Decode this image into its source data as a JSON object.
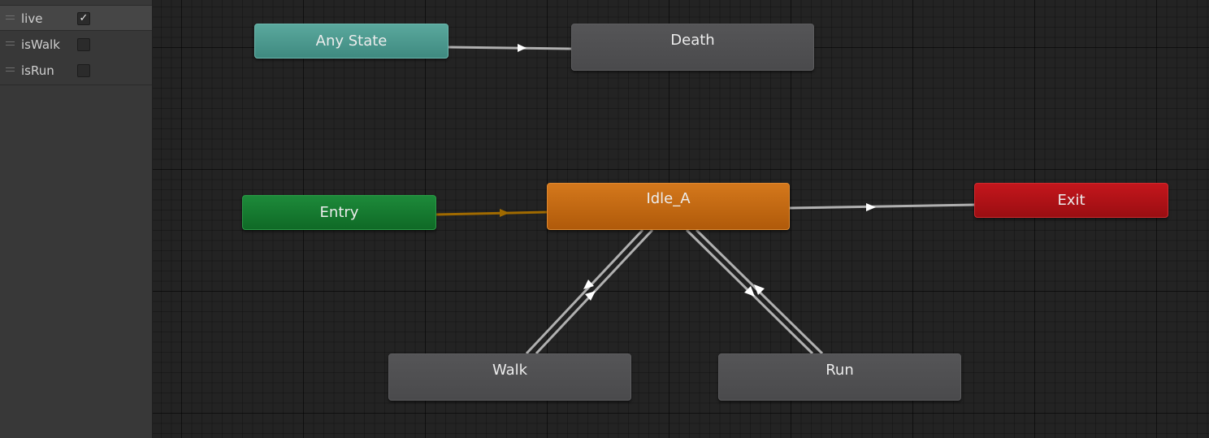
{
  "parameters": [
    {
      "name": "live",
      "checked": true,
      "check_glyph": "✓"
    },
    {
      "name": "isWalk",
      "checked": false,
      "check_glyph": ""
    },
    {
      "name": "isRun",
      "checked": false,
      "check_glyph": ""
    }
  ],
  "states": {
    "any_state": "Any State",
    "death": "Death",
    "entry": "Entry",
    "idle": "Idle_A",
    "exit": "Exit",
    "walk": "Walk",
    "run": "Run"
  },
  "colors": {
    "any_state": "#4f9d92",
    "entry": "#137a30",
    "default_state": "#c46a12",
    "exit": "#b01218",
    "state": "#4f4f51",
    "transition": "#b0b0b0",
    "entry_transition": "#a06a00"
  }
}
